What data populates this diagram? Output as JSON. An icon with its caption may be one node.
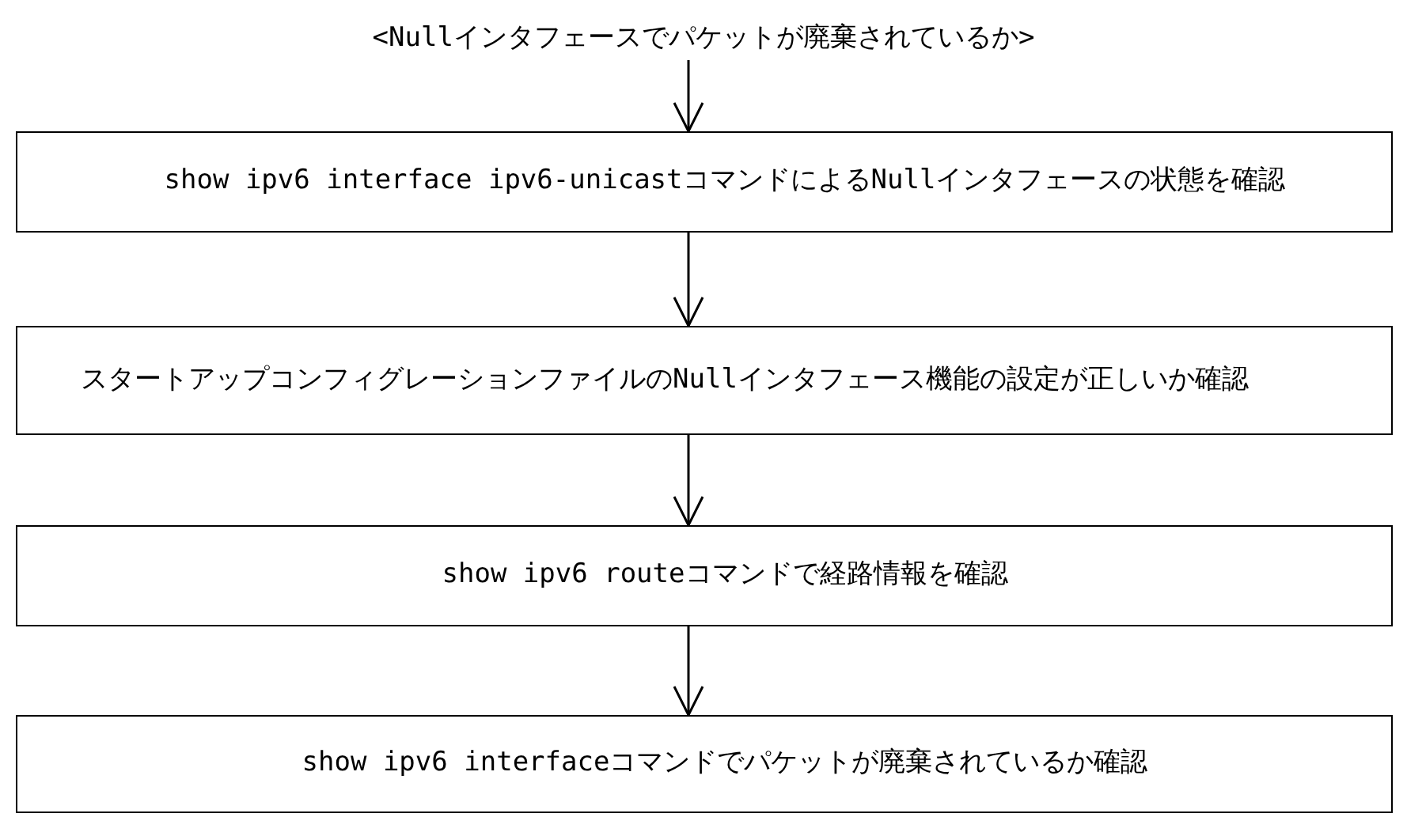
{
  "diagram": {
    "nodes": [
      {
        "text": [
          "<Nullインタフェースでパケットが廃棄されているか>"
        ]
      },
      {
        "text": [
          "show ipv6 interface ipv6-unicastコマンドによるNullインタフェースの状態を確認"
        ]
      },
      {
        "text": [
          "スタートアップコンフィグレーションファイルのNullインタフェース機能の設定が正しいか確認"
        ]
      },
      {
        "text": [
          "show ipv6 routeコマンドで経路情報を確認"
        ]
      },
      {
        "text": [
          "show ipv6 interfaceコマンドでパケットが廃棄されているか確認"
        ]
      }
    ],
    "edges": [
      {
        "from": 0,
        "to": 1,
        "arrow": "to"
      },
      {
        "from": 1,
        "to": 2,
        "arrow": "to"
      },
      {
        "from": 2,
        "to": 3,
        "arrow": "to"
      },
      {
        "from": 3,
        "to": 4,
        "arrow": "to"
      }
    ]
  }
}
